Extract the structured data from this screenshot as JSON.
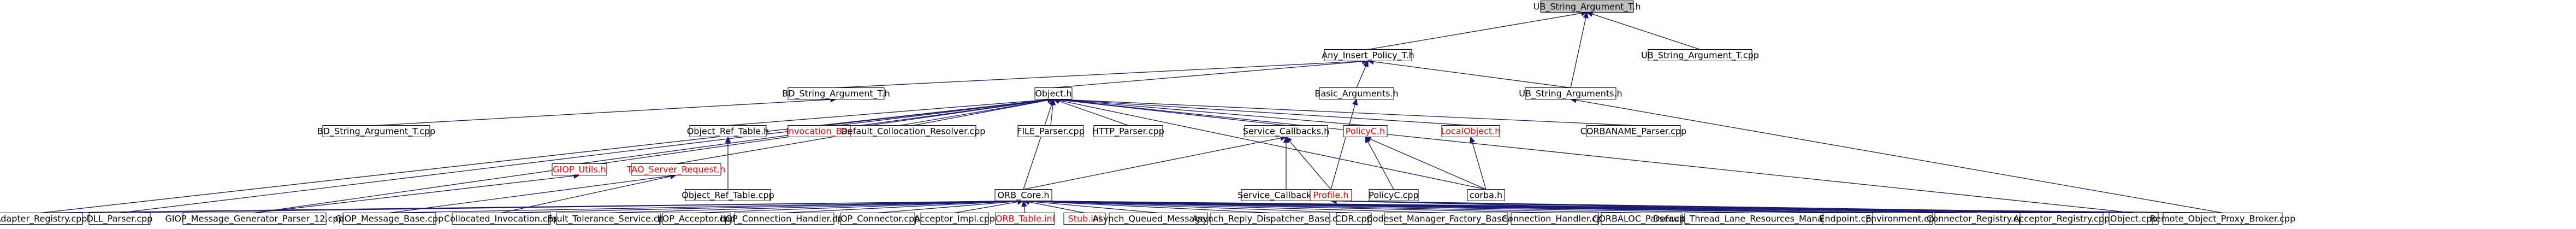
{
  "diagram": {
    "colors": {
      "edge": "#191970",
      "node_border": "#000000",
      "root_fill": "#bfbfbf",
      "node_fill": "#ffffff",
      "red_label": "#ff0000"
    },
    "nodes": [
      {
        "id": "ub_string_argument_t_h",
        "label": "UB_String_Argument_T.h",
        "root": true
      },
      {
        "id": "any_insert_policy_t_h",
        "label": "Any_Insert_Policy_T.h"
      },
      {
        "id": "ub_string_argument_t_cpp",
        "label": "UB_String_Argument_T.cpp"
      },
      {
        "id": "bd_string_argument_t_h",
        "label": "BD_String_Argument_T.h"
      },
      {
        "id": "object_h",
        "label": "Object.h"
      },
      {
        "id": "basic_arguments_h",
        "label": "Basic_Arguments.h"
      },
      {
        "id": "ub_string_arguments_h",
        "label": "UB_String_Arguments.h"
      },
      {
        "id": "bd_string_argument_t_cpp",
        "label": "BD_String_Argument_T.cpp"
      },
      {
        "id": "object_ref_table_h",
        "label": "Object_Ref_Table.h"
      },
      {
        "id": "invocation_base_h",
        "label": "Invocation_Base.h",
        "red": true
      },
      {
        "id": "default_collocation_resolver_cpp",
        "label": "Default_Collocation_Resolver.cpp"
      },
      {
        "id": "file_parser_cpp",
        "label": "FILE_Parser.cpp"
      },
      {
        "id": "http_parser_cpp",
        "label": "HTTP_Parser.cpp"
      },
      {
        "id": "service_callbacks_h",
        "label": "Service_Callbacks.h"
      },
      {
        "id": "policyc_h",
        "label": "PolicyC.h",
        "red": true
      },
      {
        "id": "localobject_h",
        "label": "LocalObject.h",
        "red": true
      },
      {
        "id": "corbaname_parser_cpp",
        "label": "CORBANAME_Parser.cpp"
      },
      {
        "id": "giop_utils_h",
        "label": "GIOP_Utils.h",
        "red": true
      },
      {
        "id": "tao_server_request_h",
        "label": "TAO_Server_Request.h",
        "red": true
      },
      {
        "id": "object_ref_table_cpp",
        "label": "Object_Ref_Table.cpp"
      },
      {
        "id": "service_callbacks_cpp",
        "label": "Service_Callbacks.cpp"
      },
      {
        "id": "policyc_cpp",
        "label": "PolicyC.cpp"
      },
      {
        "id": "corba_h",
        "label": "corba.h"
      },
      {
        "id": "orb_core_h",
        "label": "ORB_Core.h"
      },
      {
        "id": "profile_h",
        "label": "Profile.h",
        "red": true
      },
      {
        "id": "adapter_registry_cpp",
        "label": "Adapter_Registry.cpp"
      },
      {
        "id": "dll_parser_cpp",
        "label": "DLL_Parser.cpp"
      },
      {
        "id": "giop_message_generator_parser_12_cpp",
        "label": "GIOP_Message_Generator_Parser_12.cpp"
      },
      {
        "id": "giop_message_base_cpp",
        "label": "GIOP_Message_Base.cpp"
      },
      {
        "id": "collocated_invocation_cpp",
        "label": "Collocated_Invocation.cpp"
      },
      {
        "id": "fault_tolerance_service_cpp",
        "label": "Fault_Tolerance_Service.cpp"
      },
      {
        "id": "iiop_acceptor_cpp",
        "label": "IIOP_Acceptor.cpp"
      },
      {
        "id": "iiop_connection_handler_cpp",
        "label": "IIOP_Connection_Handler.cpp"
      },
      {
        "id": "iiop_connector_cpp",
        "label": "IIOP_Connector.cpp"
      },
      {
        "id": "acceptor_impl_cpp",
        "label": "Acceptor_Impl.cpp"
      },
      {
        "id": "orb_table_inl",
        "label": "ORB_Table.inl",
        "red": true
      },
      {
        "id": "stub_inl",
        "label": "Stub.inl",
        "red": true
      },
      {
        "id": "asynch_queued_message_cpp",
        "label": "Asynch_Queued_Message.cpp"
      },
      {
        "id": "asynch_reply_dispatcher_base_cpp",
        "label": "Asynch_Reply_Dispatcher_Base.cpp"
      },
      {
        "id": "cdr_cpp",
        "label": "CDR.cpp"
      },
      {
        "id": "codeset_manager_factory_base_cpp",
        "label": "Codeset_Manager_Factory_Base.cpp"
      },
      {
        "id": "connection_handler_cpp",
        "label": "Connection_Handler.cpp"
      },
      {
        "id": "corbaloc_parser_cpp",
        "label": "CORBALOC_Parser.cpp"
      },
      {
        "id": "default_thread_lane_resources_manager_cpp",
        "label": "Default_Thread_Lane_Resources_Manager.cpp"
      },
      {
        "id": "endpoint_cpp",
        "label": "Endpoint.cpp"
      },
      {
        "id": "environment_cpp",
        "label": "Environment.cpp"
      },
      {
        "id": "connector_registry_cpp",
        "label": "Connector_Registry.cpp"
      },
      {
        "id": "acceptor_registry_cpp",
        "label": "Acceptor_Registry.cpp"
      },
      {
        "id": "object_cpp",
        "label": "Object.cpp"
      },
      {
        "id": "remote_object_proxy_broker_cpp",
        "label": "Remote_Object_Proxy_Broker.cpp"
      }
    ]
  }
}
